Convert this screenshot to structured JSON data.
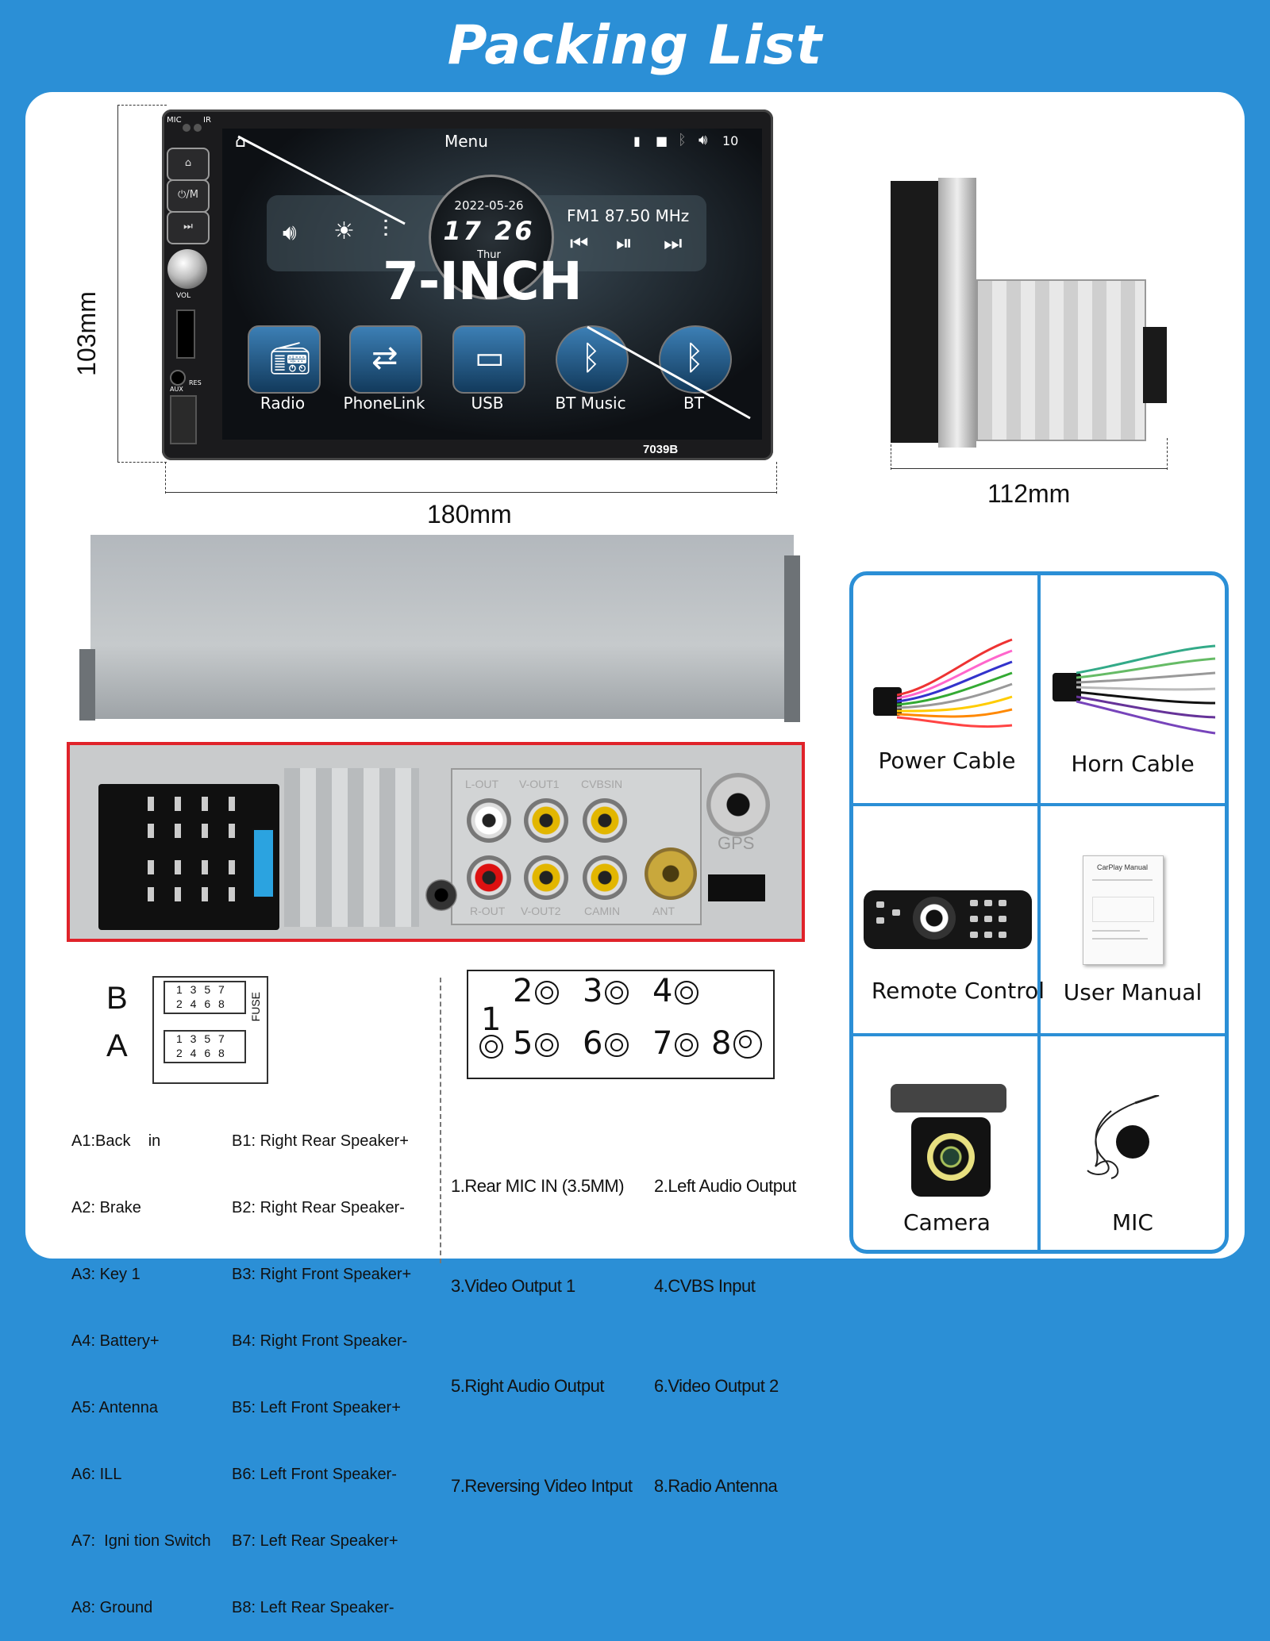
{
  "header": {
    "title": "Packing List"
  },
  "head_unit": {
    "mic_label": "MIC",
    "ir_label": "IR",
    "vol_label": "VOL",
    "aux_label": "AUX",
    "res_label": "RES",
    "power_label": "⏻/M",
    "menu_label": "Menu",
    "volume_level": "10",
    "date": "2022-05-26",
    "time": "17 26",
    "day": "Thur",
    "radio_frequency": "FM1 87.50 MHz",
    "size_badge": "7-INCH",
    "apps": [
      "Radio",
      "PhoneLink",
      "USB",
      "BT Music",
      "BT"
    ],
    "model": "7039B"
  },
  "dimensions": {
    "height": "103mm",
    "width": "180mm",
    "depth": "112mm"
  },
  "back_panel": {
    "port_labels_top": [
      "L-OUT",
      "V-OUT1",
      "CVBSIN"
    ],
    "port_labels_bottom": [
      "R-OUT",
      "V-OUT2",
      "CAMIN",
      "ANT"
    ],
    "gps_label": "GPS"
  },
  "iso_pinout": {
    "row_b_label": "B",
    "row_a_label": "A",
    "fuse_label": "FUSE",
    "odd_pins": "1 3 5 7",
    "even_pins": "2 4 6 8",
    "a_pins": [
      "A1:Back    in",
      "A2: Brake",
      "A3: Key 1",
      "A4: Battery+",
      "A5: Antenna",
      "A6: ILL",
      "A7:  Igni tion Switch",
      "A8: Ground"
    ],
    "b_pins": [
      "B1: Right Rear Speaker+",
      "B2: Right Rear Speaker-",
      "B3: Right Front Speaker+",
      "B4: Right Front Speaker-",
      "B5: Left Front Speaker+",
      "B6: Left Front Speaker-",
      "B7: Left Rear Speaker+",
      "B8: Left Rear Speaker-"
    ]
  },
  "rca_ports": {
    "numbers": [
      "1",
      "2",
      "3",
      "4",
      "5",
      "6",
      "7",
      "8"
    ],
    "list": [
      "1.Rear MIC IN (3.5MM)",
      "2.Left Audio Output",
      "3.Video Output 1",
      "4.CVBS Input",
      "5.Right Audio Output",
      "6.Video Output 2",
      "7.Reversing Video Intput",
      "8.Radio Antenna"
    ]
  },
  "accessories": {
    "items": [
      "Power Cable",
      "Horn Cable",
      "Remote Control",
      "User Manual",
      "Camera",
      "MIC"
    ],
    "manual_cover_title": "CarPlay Manual"
  },
  "colors": {
    "background": "#2b8fd6",
    "panel": "#ffffff",
    "highlight_border": "#e0232a",
    "rca_yellow": "#e2b600",
    "rca_red": "#d11111"
  },
  "icons": [
    "home-icon",
    "prev-track-icon",
    "next-track-icon",
    "play-pause-icon",
    "volume-icon",
    "brightness-icon",
    "equalizer-icon",
    "bluetooth-icon",
    "sd-card-icon",
    "usb-icon"
  ]
}
